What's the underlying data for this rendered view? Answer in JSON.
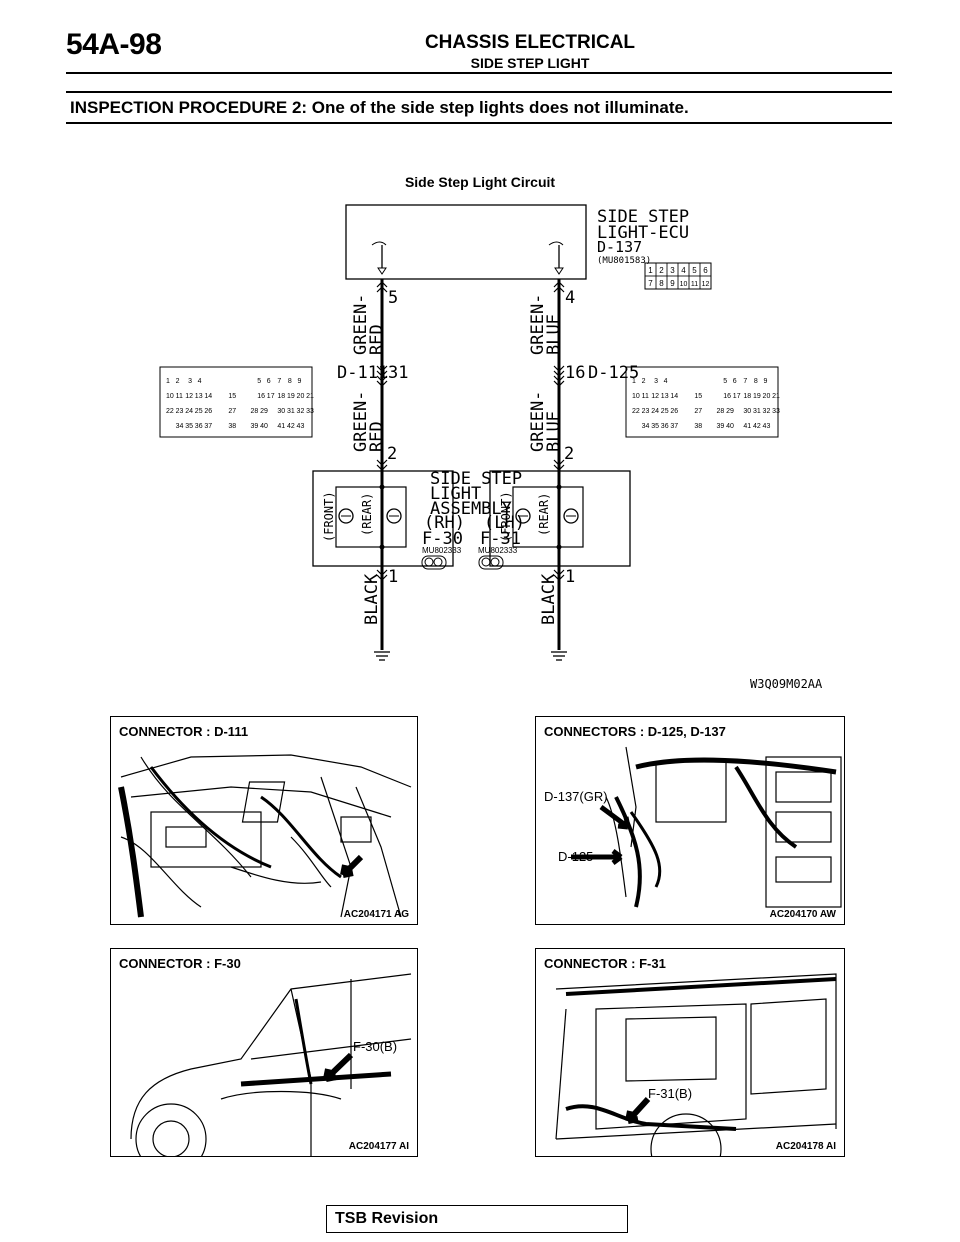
{
  "header": {
    "page_number": "54A-98",
    "section": "CHASSIS ELECTRICAL",
    "subsection": "SIDE STEP LIGHT"
  },
  "procedure_title": "INSPECTION PROCEDURE 2: One of the side step lights does not illuminate.",
  "diagram": {
    "title": "Side Step Light Circuit",
    "ecu_name_line1": "SIDE STEP",
    "ecu_name_line2": "LIGHT-ECU",
    "ecu_connector": "D-137",
    "ecu_part": "(MU801583)",
    "ecu_pins_top": [
      "1",
      "2",
      "3",
      "4",
      "5",
      "6"
    ],
    "ecu_pins_bottom": [
      "7",
      "8",
      "9",
      "10",
      "11",
      "12"
    ],
    "left_wire_pin_top": "5",
    "right_wire_pin_top": "4",
    "wire_green_red": [
      "GREEN-",
      "RED"
    ],
    "wire_green_blue": [
      "GREEN-",
      "BLUE"
    ],
    "left_mid_connector": "D-111",
    "left_mid_pin": "31",
    "right_mid_pin": "16",
    "right_mid_connector": "D-125",
    "lamp_pin_top": "2",
    "lamp_pin_bottom": "1",
    "assembly_line1": "SIDE STEP",
    "assembly_line2": "LIGHT",
    "assembly_line3": "ASSEMBLY",
    "rh": "(RH)",
    "lh": "(LH)",
    "f30": "F-30",
    "f31": "F-31",
    "part_f30": "MU802333",
    "part_f31": "MU802333",
    "front": "(FRONT)",
    "rear": "(REAR)",
    "ground_wire": "BLACK",
    "figure_code": "W3Q09M02AA"
  },
  "panels": [
    {
      "title": "CONNECTOR : D-111",
      "code": "AC204171 AG",
      "labels": []
    },
    {
      "title": "CONNECTORS : D-125, D-137",
      "code": "AC204170 AW",
      "labels": [
        "D-137(GR)",
        "D-125"
      ]
    },
    {
      "title": "CONNECTOR : F-30",
      "code": "AC204177 AI",
      "labels": [
        "F-30(B)"
      ]
    },
    {
      "title": "CONNECTOR : F-31",
      "code": "AC204178 AI",
      "labels": [
        "F-31(B)"
      ]
    }
  ],
  "footer": {
    "tsb": "TSB Revision"
  }
}
